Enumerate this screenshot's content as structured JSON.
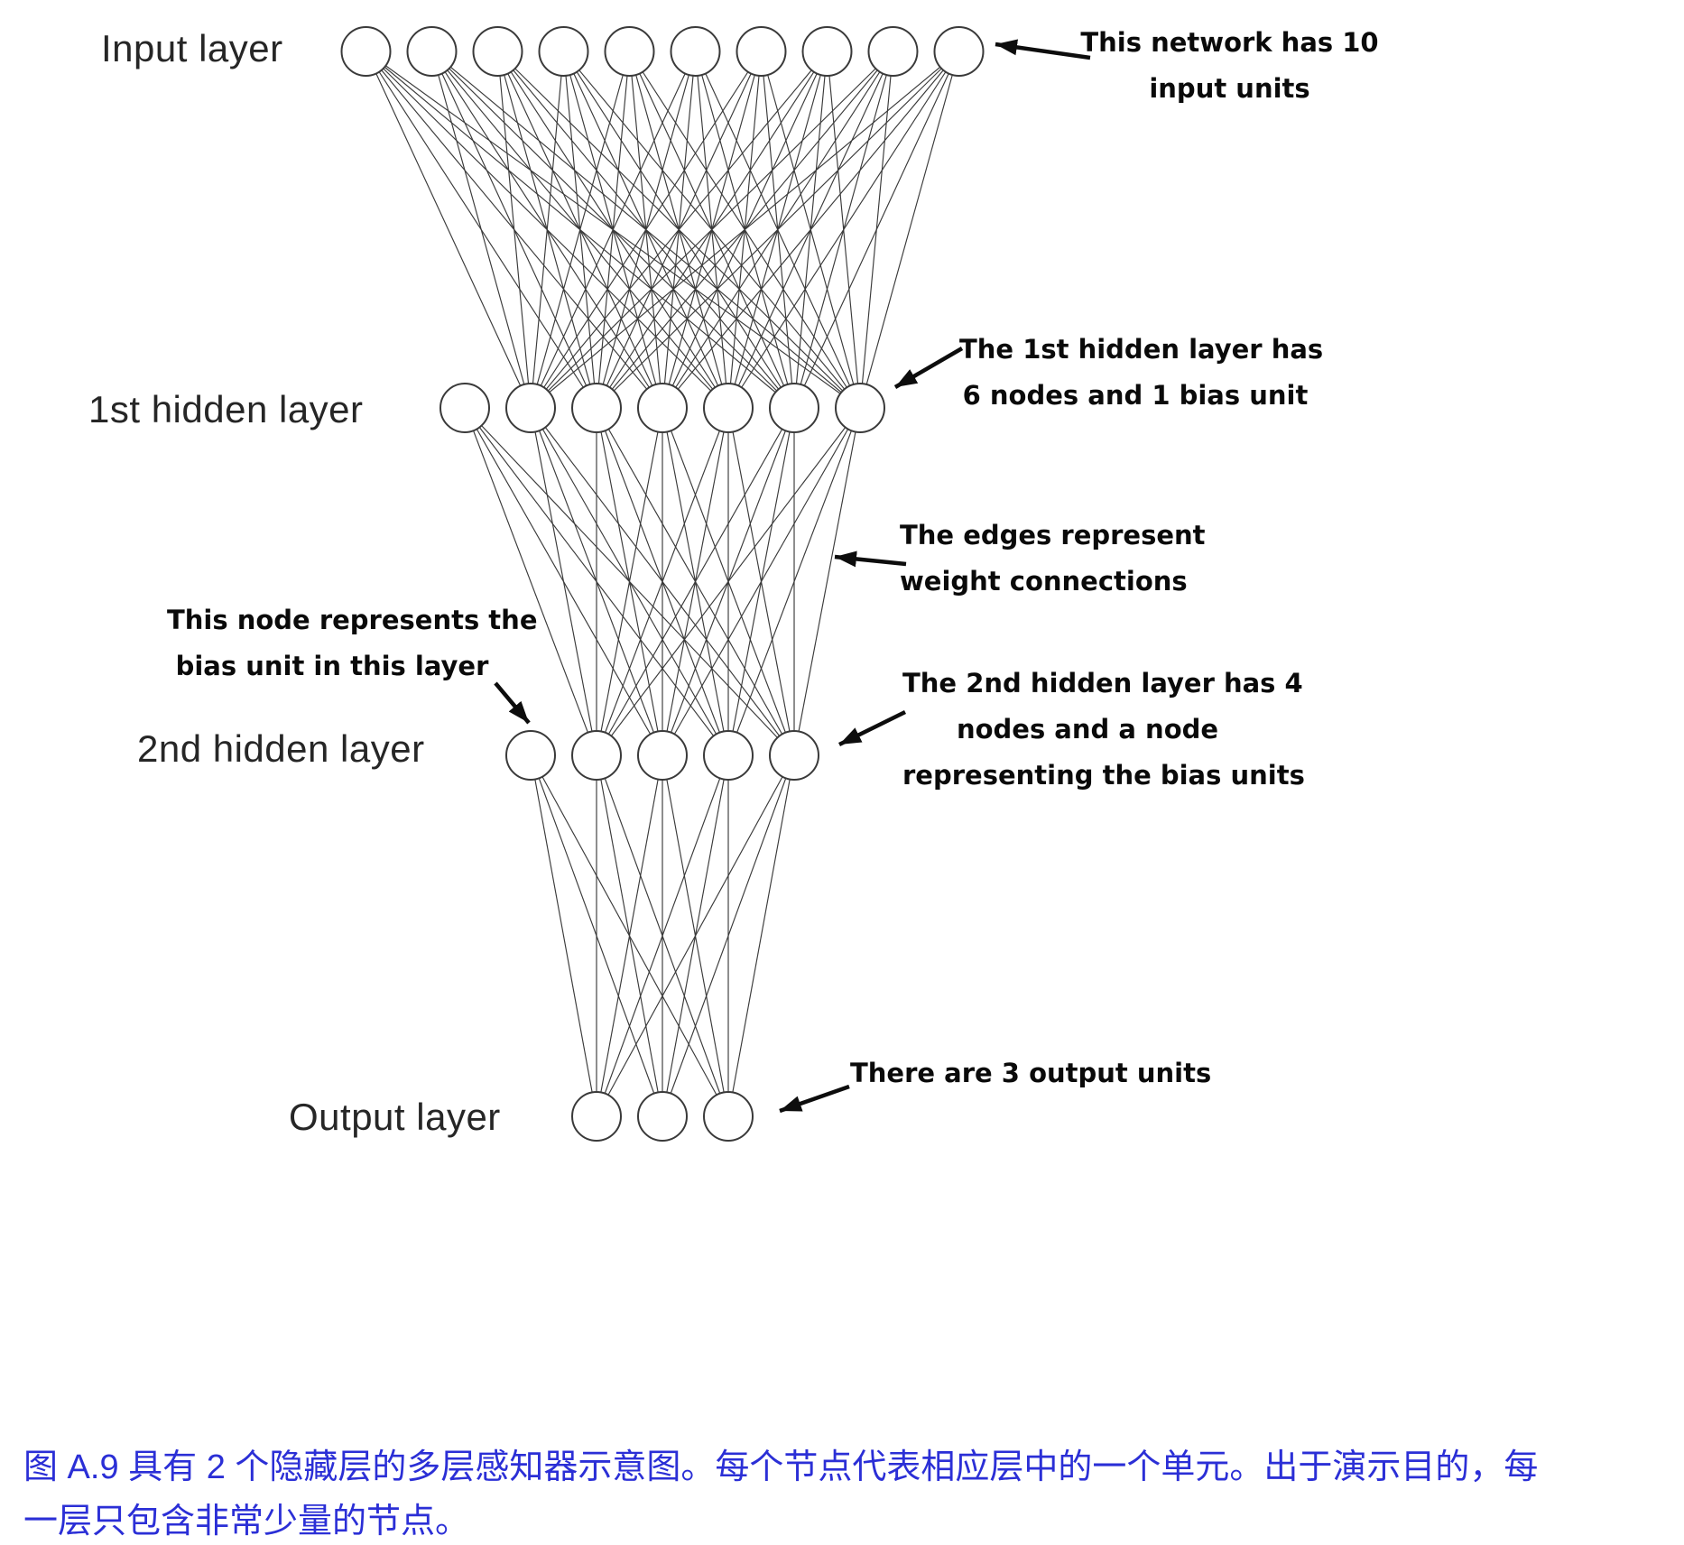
{
  "figure": {
    "layer_labels": [
      {
        "id": "input",
        "text": "Input layer"
      },
      {
        "id": "hidden1",
        "text": "1st hidden layer"
      },
      {
        "id": "hidden2",
        "text": "2nd hidden layer"
      },
      {
        "id": "output",
        "text": "Output layer"
      }
    ],
    "network": {
      "layers": [
        {
          "name": "input",
          "count": 10,
          "has_bias": false
        },
        {
          "name": "hidden1",
          "count": 7,
          "has_bias": true
        },
        {
          "name": "hidden2",
          "count": 5,
          "has_bias": true
        },
        {
          "name": "output",
          "count": 3,
          "has_bias": false
        }
      ],
      "node_color": "#ffffff",
      "line_color": "#3a3a3a"
    },
    "annotations": [
      {
        "id": "input-units",
        "lines": [
          "This network has 10",
          "input units"
        ]
      },
      {
        "id": "hidden1",
        "lines": [
          "The 1st hidden layer has",
          "6 nodes and 1 bias unit"
        ]
      },
      {
        "id": "edges",
        "lines": [
          "The edges represent",
          "weight connections"
        ]
      },
      {
        "id": "bias",
        "lines": [
          "This node represents the",
          "bias unit in this layer"
        ]
      },
      {
        "id": "hidden2",
        "lines": [
          "The 2nd hidden layer has 4",
          "nodes and a node",
          "representing the bias units"
        ]
      },
      {
        "id": "output-units",
        "lines": [
          "There are 3 output units"
        ]
      }
    ],
    "caption": {
      "line1": "图 A.9 具有 2 个隐藏层的多层感知器示意图。每个节点代表相应层中的一个单元。出于演示目的，每",
      "line2": "一层只包含非常少量的节点。",
      "color": "#2b2fd6"
    }
  }
}
